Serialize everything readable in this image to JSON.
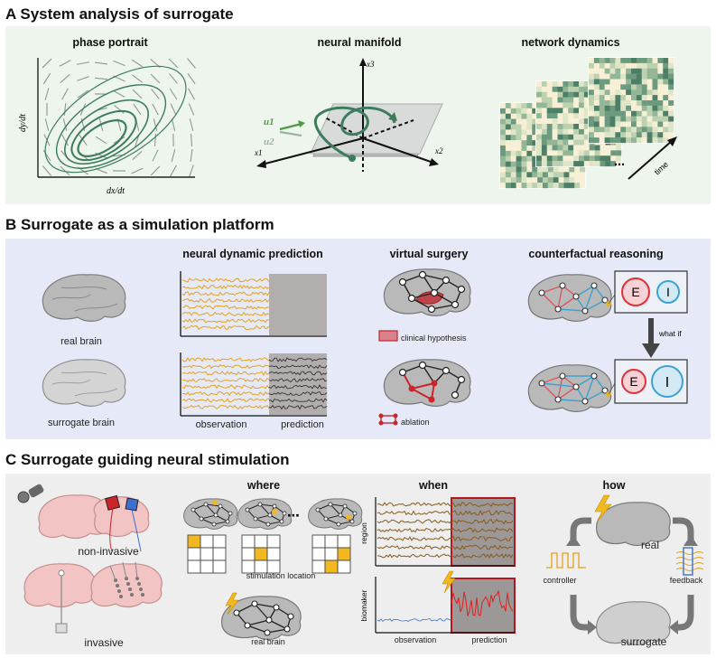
{
  "sectionA": {
    "title": "A  System analysis of surrogate",
    "phase_title": "phase portrait",
    "phase_ylabel": "dy/dt",
    "phase_xlabel": "dx/dt",
    "manifold_title": "neural manifold",
    "axis_x3": "x3",
    "axis_x1": "x1",
    "axis_x2": "x2",
    "u1": "u1",
    "u2": "u2",
    "network_title": "network dynamics",
    "time_label": "time"
  },
  "sectionB": {
    "title": "B  Surrogate as a simulation platform",
    "real_brain": "real brain",
    "surrogate_brain": "surrogate brain",
    "pred_title": "neural dynamic prediction",
    "observation": "observation",
    "prediction": "prediction",
    "surgery_title": "virtual surgery",
    "clinical_hypothesis": "clinical hypothesis",
    "ablation": "ablation",
    "counter_title": "counterfactual reasoning",
    "E": "E",
    "I": "I",
    "what_if": "what if"
  },
  "sectionC": {
    "title": "C  Surrogate guiding neural stimulation",
    "non_invasive": "non-invasive",
    "invasive": "invasive",
    "where_title": "where",
    "stim_location": "stimulation location",
    "real_brain": "real brain",
    "when_title": "when",
    "region": "region",
    "biomarker": "biomaker",
    "observation": "observation",
    "prediction": "prediction",
    "how_title": "how",
    "real": "real",
    "controller": "controller",
    "feedback": "feedback",
    "surrogate": "surrogate"
  },
  "colors": {
    "panelA": "#eef5ec",
    "panelB": "#e6e9f7",
    "panelC": "#eeeeee",
    "green": "#3f7f5f",
    "orange": "#e8a21a",
    "red": "#c9252b",
    "blue": "#3aa2d6"
  }
}
